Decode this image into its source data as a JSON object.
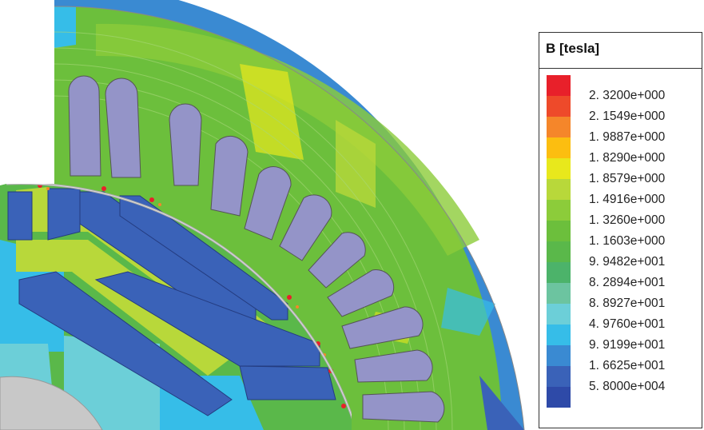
{
  "legend": {
    "title": "B [tesla]",
    "entries": [
      {
        "label": "2. 3200e+000",
        "color": "#e8202a"
      },
      {
        "label": "2. 1549e+000",
        "color": "#ee4a2a"
      },
      {
        "label": "1. 9887e+000",
        "color": "#f5862a"
      },
      {
        "label": "1. 8290e+000",
        "color": "#fcbe10"
      },
      {
        "label": "1. 8579e+000",
        "color": "#e8e81c"
      },
      {
        "label": "1. 4916e+000",
        "color": "#b8d83a"
      },
      {
        "label": "1. 3260e+000",
        "color": "#8ccc3a"
      },
      {
        "label": "1. 1603e+000",
        "color": "#6cbf3c"
      },
      {
        "label": "9. 9482e+001",
        "color": "#5ab84a"
      },
      {
        "label": "8. 2894e+001",
        "color": "#4cb36a"
      },
      {
        "label": "8. 8927e+001",
        "color": "#6cc4a0"
      },
      {
        "label": "4. 9760e+001",
        "color": "#6ccfd8"
      },
      {
        "label": "9. 9199e+001",
        "color": "#36bde8"
      },
      {
        "label": "1. 6625e+001",
        "color": "#3a8ad2"
      },
      {
        "label": "5. 8000e+004",
        "color": "#3a62b8"
      },
      {
        "label": "",
        "color": "#2e4aa8"
      }
    ]
  },
  "colors": {
    "slot": "#9494c8",
    "shaft": "#c8c8c8",
    "stator_base": "#6cbf3c",
    "magnet": "#3a62b8",
    "rotor_band": "#b8d83a"
  }
}
